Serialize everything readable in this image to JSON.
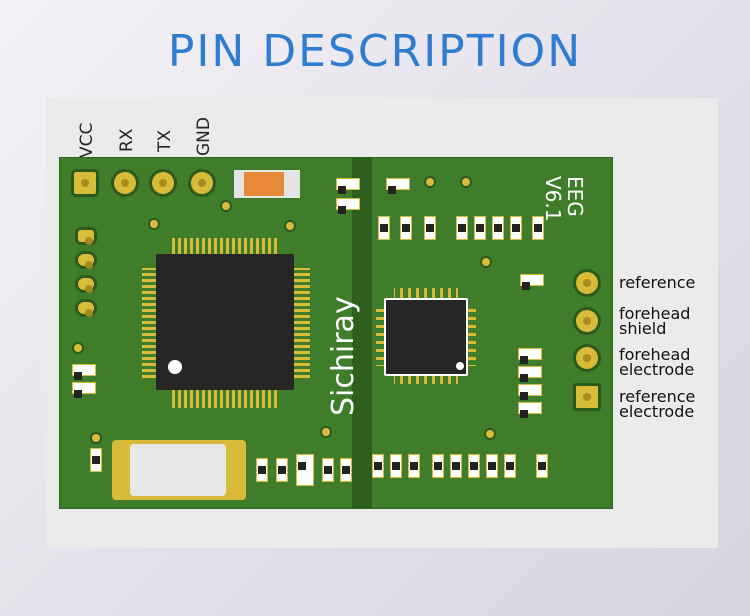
{
  "title": "PIN DESCRIPTION",
  "board": {
    "brand": "Sichiray",
    "model": "EEG",
    "version": "V6.1",
    "colors": {
      "pcb": "#3f7d2b",
      "title": "#2f7dd1",
      "pad": "#d9bb3a"
    }
  },
  "top_pins": [
    "VCC",
    "RX",
    "TX",
    "GND"
  ],
  "side_pins": [
    {
      "lines": [
        "reference"
      ]
    },
    {
      "lines": [
        "forehead",
        "shield"
      ]
    },
    {
      "lines": [
        "forehead",
        "electrode"
      ]
    },
    {
      "lines": [
        "reference",
        "electrode"
      ]
    }
  ]
}
